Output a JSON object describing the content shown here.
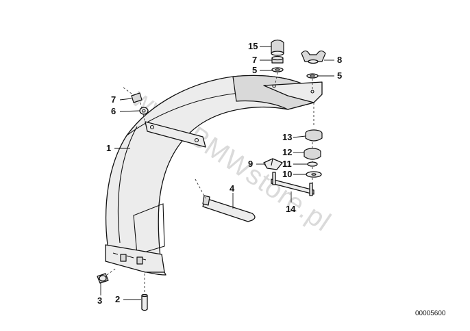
{
  "watermark": "www.BMWstore.pl",
  "reference_number": "00005600",
  "callouts": [
    {
      "id": "c15",
      "label": "15"
    },
    {
      "id": "c7a",
      "label": "7"
    },
    {
      "id": "c5a",
      "label": "5"
    },
    {
      "id": "c8",
      "label": "8"
    },
    {
      "id": "c5b",
      "label": "5"
    },
    {
      "id": "c7b",
      "label": "7"
    },
    {
      "id": "c6",
      "label": "6"
    },
    {
      "id": "c1",
      "label": "1"
    },
    {
      "id": "c13",
      "label": "13"
    },
    {
      "id": "c12",
      "label": "12"
    },
    {
      "id": "c9",
      "label": "9"
    },
    {
      "id": "c11",
      "label": "11"
    },
    {
      "id": "c10",
      "label": "10"
    },
    {
      "id": "c4",
      "label": "4"
    },
    {
      "id": "c14",
      "label": "14"
    },
    {
      "id": "c3",
      "label": "3"
    },
    {
      "id": "c2",
      "label": "2"
    }
  ]
}
